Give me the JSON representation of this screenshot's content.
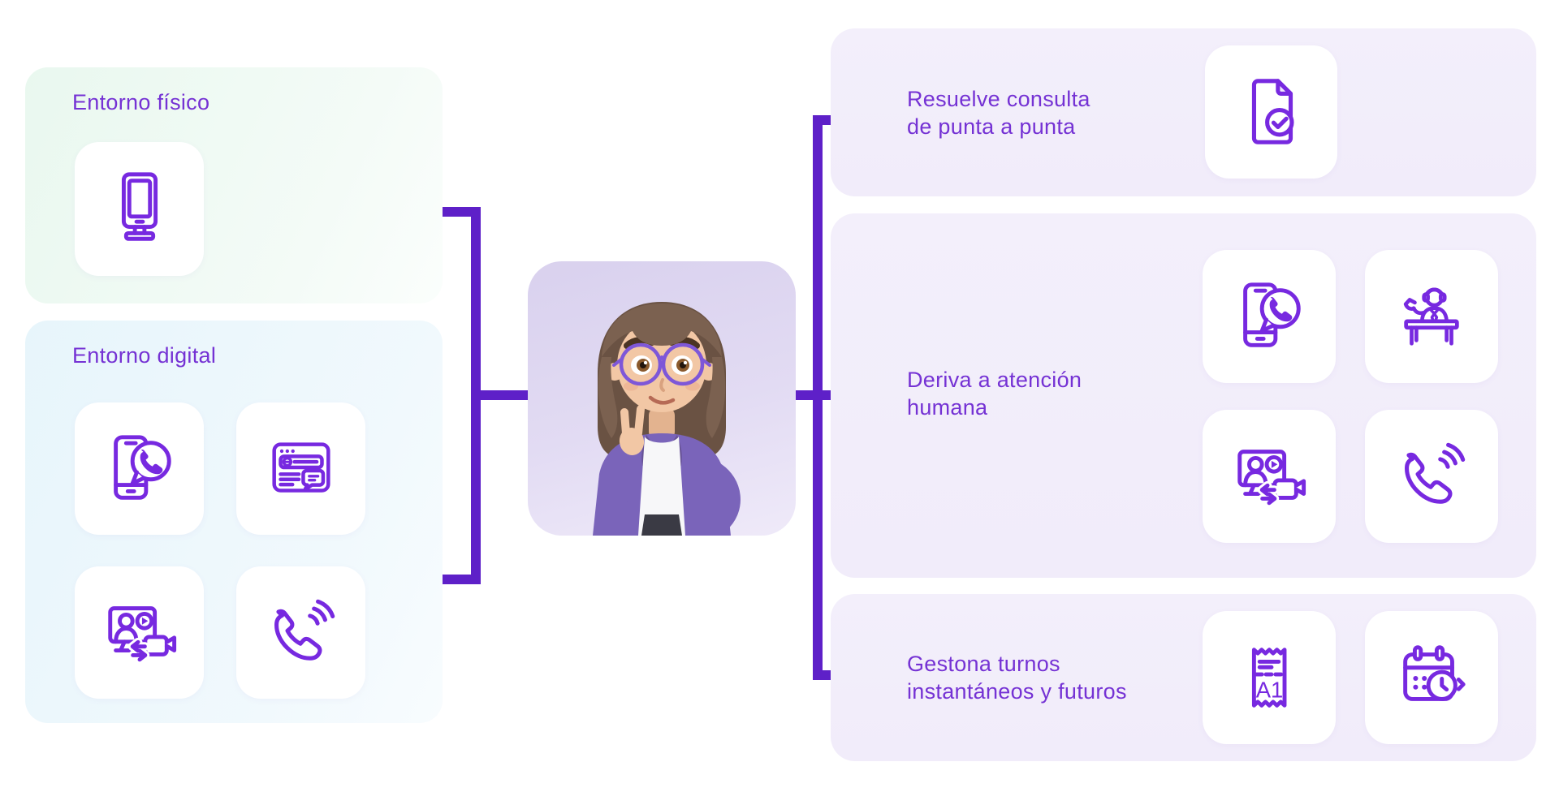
{
  "left": {
    "physical": {
      "title": "Entorno físico",
      "icons": [
        {
          "name": "kiosk-icon"
        }
      ]
    },
    "digital": {
      "title": "Entorno digital",
      "icons": [
        {
          "name": "whatsapp-phone-icon"
        },
        {
          "name": "web-chat-icon"
        },
        {
          "name": "video-call-icon"
        },
        {
          "name": "phone-call-icon"
        }
      ]
    }
  },
  "center": {
    "illustration": "assistant-woman-3d"
  },
  "right": {
    "panels": [
      {
        "lines": [
          "Resuelve consulta",
          "de punta a punta"
        ],
        "icons": [
          {
            "name": "document-check-icon"
          }
        ]
      },
      {
        "lines": [
          "Deriva a atención",
          "humana"
        ],
        "icons": [
          {
            "name": "whatsapp-phone-icon"
          },
          {
            "name": "agent-desk-icon"
          },
          {
            "name": "video-call-icon"
          },
          {
            "name": "phone-call-icon"
          }
        ]
      },
      {
        "lines": [
          "Gestona turnos",
          "instantáneos y futuros"
        ],
        "icons": [
          {
            "name": "ticket-icon",
            "label": "A1"
          },
          {
            "name": "calendar-clock-icon"
          }
        ]
      }
    ]
  },
  "colors": {
    "connector": "#5e20c8",
    "icon_stroke": "#7729e0",
    "heading": "#7532d4",
    "physical_bg": "#e9f8ef",
    "digital_bg": "#e7f5fb",
    "right_panel_bg": "#f2eefa",
    "character_bg": "#dcd4ef"
  }
}
